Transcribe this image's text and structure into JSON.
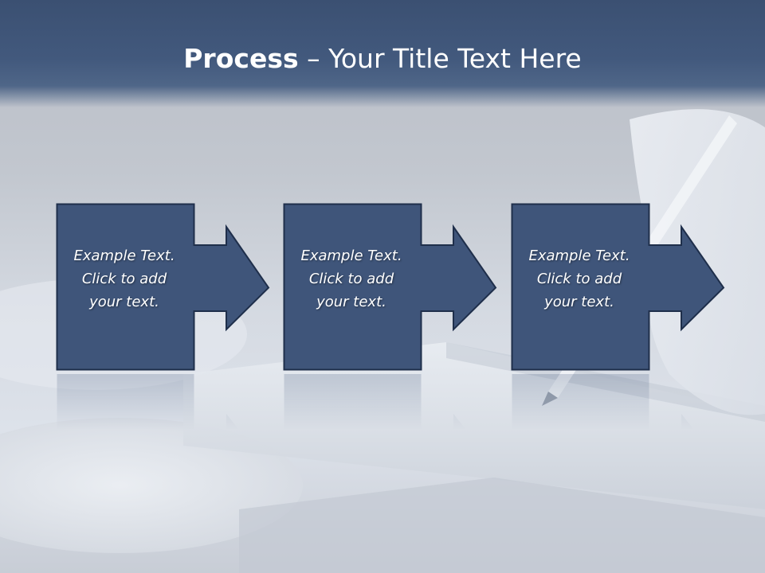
{
  "slide": {
    "title_bold": "Process",
    "title_rest": " – Your Title Text Here"
  },
  "steps": [
    {
      "line1": "Example Text.",
      "line2": "Click  to add",
      "line3": "your text."
    },
    {
      "line1": "Example Text.",
      "line2": "Click  to add",
      "line3": "your text."
    },
    {
      "line1": "Example Text.",
      "line2": "Click  to add",
      "line3": "your text."
    }
  ],
  "colors": {
    "shape_fill": "#3f557a",
    "shape_border": "#1f2f4b",
    "title_bar": "#3d5275"
  }
}
